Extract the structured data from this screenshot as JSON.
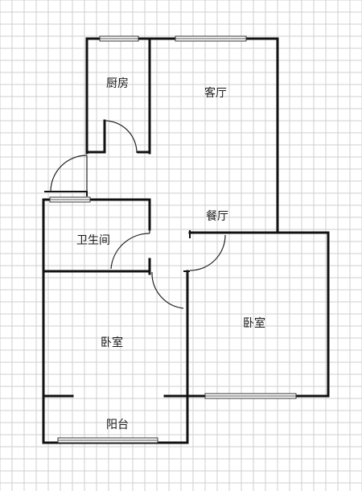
{
  "rooms": {
    "kitchen": "厨房",
    "living": "客厅",
    "dining": "餐厅",
    "bathroom": "卫生间",
    "bedroom_left": "卧室",
    "bedroom_right": "卧室",
    "balcony": "阳台"
  },
  "colors": {
    "grid": "#cfcfcf",
    "wall": "#111111",
    "background": "#ffffff"
  }
}
